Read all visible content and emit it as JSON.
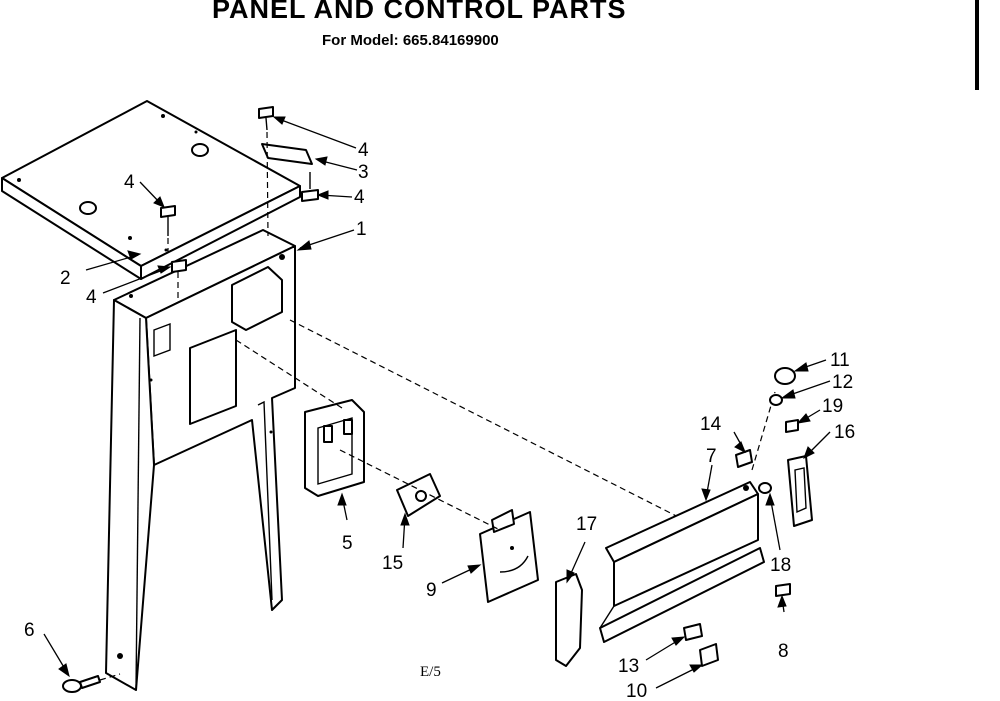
{
  "header": {
    "title": "PANEL AND CONTROL PARTS",
    "subtitle": "For Model: 665.84169900"
  },
  "callouts": {
    "p1": "1",
    "p2": "2",
    "p3": "3",
    "p4a": "4",
    "p4b": "4",
    "p4c": "4",
    "p4d": "4",
    "p5": "5",
    "p6": "6",
    "p7": "7",
    "p8": "8",
    "p9": "9",
    "p10": "10",
    "p11": "11",
    "p12": "12",
    "p13": "13",
    "p14": "14",
    "p15": "15",
    "p16": "16",
    "p17": "17",
    "p18": "18",
    "p19": "19"
  },
  "footer": {
    "code": "E/5"
  }
}
